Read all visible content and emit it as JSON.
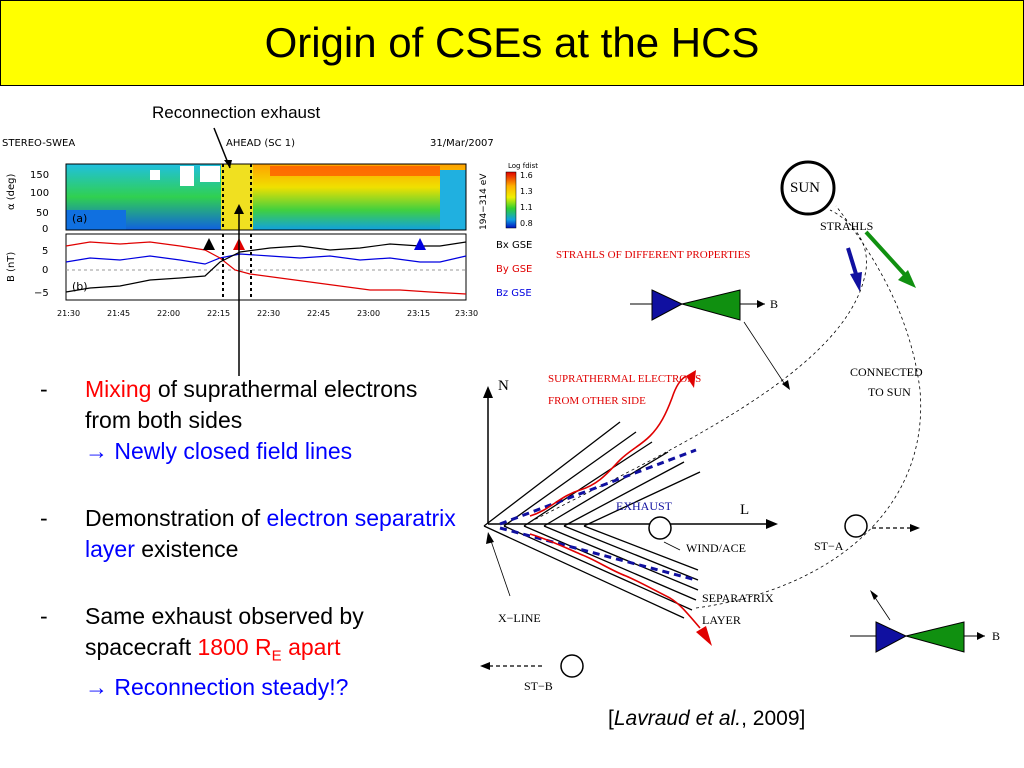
{
  "slide": {
    "title": "Origin of CSEs at the HCS"
  },
  "annotation": {
    "reconnection_exhaust": "Reconnection exhaust"
  },
  "plot": {
    "header_left": "STEREO-SWEA",
    "header_center": "AHEAD (SC 1)",
    "header_right": "31/Mar/2007",
    "panel_a": {
      "label": "(a)",
      "ylabel": "α (deg)",
      "yticks": [
        "150",
        "100",
        "50",
        "0"
      ],
      "right_axis_label": "194−314 eV",
      "colorbar_title": "Log fdist",
      "colorbar_ticks": [
        "1.6",
        "1.3",
        "1.1",
        "0.8"
      ]
    },
    "panel_b": {
      "label": "(b)",
      "ylabel": "B (nT)",
      "yticks": [
        "5",
        "0",
        "−5"
      ],
      "legend": [
        {
          "name": "Bx GSE",
          "color": "#000000"
        },
        {
          "name": "By GSE",
          "color": "#e00000"
        },
        {
          "name": "Bz GSE",
          "color": "#0000e0"
        }
      ]
    },
    "xticks": [
      "21:30",
      "21:45",
      "22:00",
      "22:15",
      "22:30",
      "22:45",
      "23:00",
      "23:15",
      "23:30"
    ]
  },
  "bullets": [
    {
      "dash": "-",
      "runs": [
        {
          "text": "Mixing",
          "color": "red"
        },
        {
          "text": " of suprathermal electrons from both sides",
          "color": "black"
        },
        {
          "text": "→ Newly closed field lines",
          "color": "blue",
          "break_before": true
        }
      ]
    },
    {
      "dash": "-",
      "runs": [
        {
          "text": "Demonstration of ",
          "color": "black"
        },
        {
          "text": "electron separatrix layer",
          "color": "blue"
        },
        {
          "text": " existence",
          "color": "black"
        }
      ]
    },
    {
      "dash": "-",
      "runs": [
        {
          "text": "Same exhaust observed by spacecraft ",
          "color": "black"
        },
        {
          "text": "1800 R",
          "color": "red"
        },
        {
          "text": "E",
          "color": "red",
          "sub": true
        },
        {
          "text": " apart",
          "color": "red"
        },
        {
          "text": "→ Reconnection steady!?",
          "color": "blue",
          "break_before": true
        }
      ]
    }
  ],
  "diagram": {
    "sun": "SUN",
    "strahls": "STRAHLS",
    "strahls_different": "STRAHLS OF DIFFERENT PROPERTIES",
    "b_label": "B",
    "suprathermal_line1": "SUPRATHERMAL ELECTRONS",
    "suprathermal_line2": "FROM OTHER SIDE",
    "connected_line1": "CONNECTED",
    "connected_line2": "TO SUN",
    "n_axis": "N",
    "l_axis": "L",
    "exhaust": "EXHAUST",
    "wind_ace": "WIND/ACE",
    "st_a": "ST−A",
    "st_b": "ST−B",
    "x_line": "X−LINE",
    "separatrix_line1": "SEPARATRIX",
    "separatrix_line2": "LAYER"
  },
  "citation": {
    "author": "Lavraud et al.",
    "year": ", 2009]",
    "open": "["
  },
  "colors": {
    "title_bg": "#ffff00",
    "accent_red": "#ff0000",
    "accent_blue": "#0000ff",
    "field_green": "#109010",
    "field_navy": "#1010a0"
  }
}
